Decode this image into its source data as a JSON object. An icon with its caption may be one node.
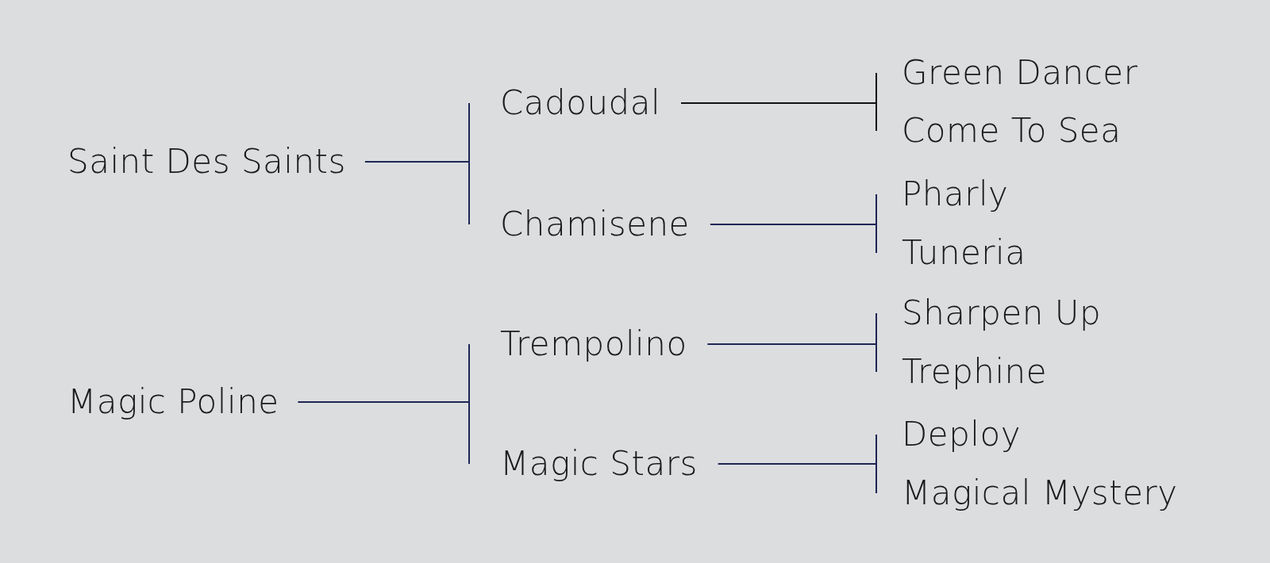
{
  "diagram": {
    "nodes": [
      {
        "text": [
          "Saint Des Saints"
        ]
      },
      {
        "text": [
          "Cadoudal"
        ]
      },
      {
        "text": [
          "Green Dancer"
        ]
      },
      {
        "text": [
          "Come To Sea"
        ]
      },
      {
        "text": [
          "Chamisene"
        ]
      },
      {
        "text": [
          "Pharly"
        ]
      },
      {
        "text": [
          "Tuneria"
        ]
      },
      {
        "text": [
          "Magic Poline"
        ]
      },
      {
        "text": [
          "Trempolino"
        ]
      },
      {
        "text": [
          "Sharpen Up"
        ]
      },
      {
        "text": [
          "Trephine"
        ]
      },
      {
        "text": [
          "Magic Stars"
        ]
      },
      {
        "text": [
          "Deploy"
        ]
      },
      {
        "text": [
          "Magical Mystery"
        ]
      }
    ],
    "edges": [
      {
        "from": 0,
        "to": 1,
        "arrow": "none"
      },
      {
        "from": 0,
        "to": 4,
        "arrow": "none"
      },
      {
        "from": 1,
        "to": 2,
        "arrow": "none",
        "color": "#111111"
      },
      {
        "from": 1,
        "to": 3,
        "arrow": "none",
        "color": "#111111"
      },
      {
        "from": 4,
        "to": 5,
        "arrow": "none"
      },
      {
        "from": 4,
        "to": 6,
        "arrow": "none"
      },
      {
        "from": 7,
        "to": 8,
        "arrow": "none"
      },
      {
        "from": 7,
        "to": 11,
        "arrow": "none"
      },
      {
        "from": 8,
        "to": 9,
        "arrow": "none"
      },
      {
        "from": 8,
        "to": 10,
        "arrow": "none"
      },
      {
        "from": 11,
        "to": 12,
        "arrow": "none"
      },
      {
        "from": 11,
        "to": 13,
        "arrow": "none"
      }
    ]
  }
}
